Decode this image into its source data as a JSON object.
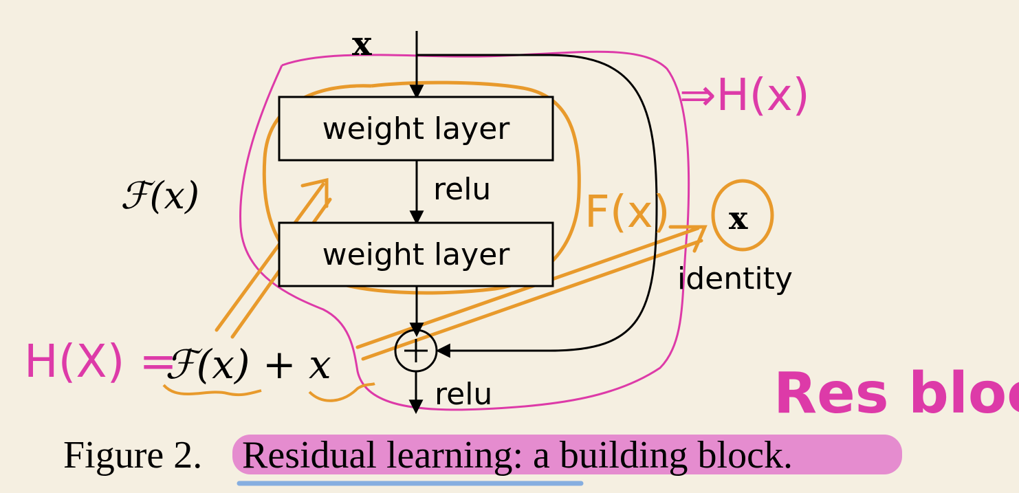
{
  "diagram": {
    "input_label": "x",
    "box1_label": "weight layer",
    "box2_label": "weight layer",
    "relu_mid_label": "relu",
    "relu_out_label": "relu",
    "fx_left_label": "ℱ(x)",
    "identity_x_label": "x",
    "identity_label": "identity",
    "plus_symbol": "+",
    "equation_fx": "ℱ(x) + x"
  },
  "annotations": {
    "pink_hx_arrow": "⇒H(x)",
    "pink_equation_lhs": "H(X) =",
    "orange_fx": "F(x)",
    "pink_res_block": "Res block",
    "colors": {
      "pink": "#dd3aa8",
      "orange": "#e89a2c",
      "highlight": "#e58ccf",
      "underline": "#86aee0"
    }
  },
  "caption": {
    "prefix": "Figure 2.",
    "highlighted": "Residual learning: a building block."
  }
}
